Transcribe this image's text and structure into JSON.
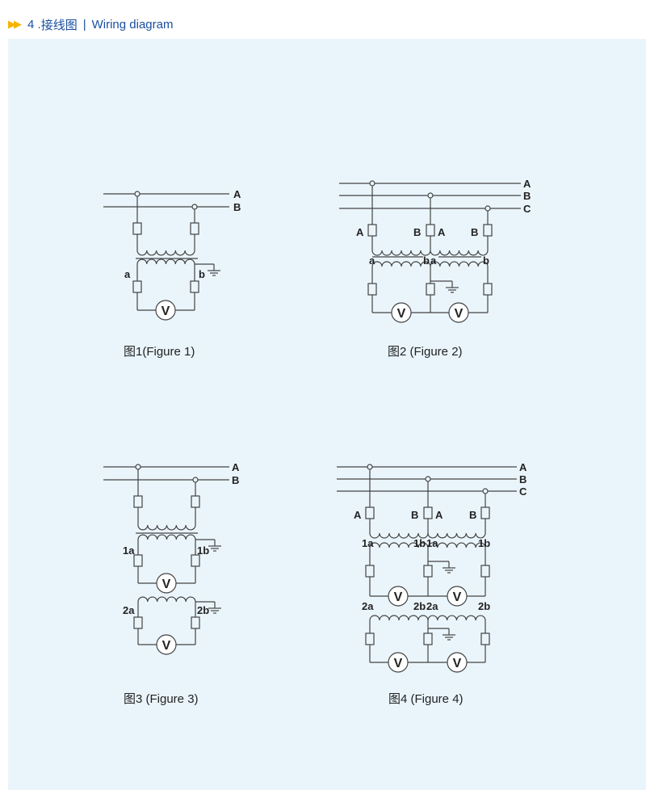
{
  "header": {
    "number": "4 .",
    "title_cn": "接线图",
    "title_en": "Wiring diagram",
    "accent": "#f5b400",
    "text_color": "#1a4fa0"
  },
  "figures": [
    {
      "caption": "图1(Figure 1)",
      "phases": [
        "A",
        "B"
      ],
      "terminals": [
        "a",
        "b"
      ]
    },
    {
      "caption": "图2 (Figure 2)",
      "phases": [
        "A",
        "B",
        "C"
      ],
      "primary_labels": [
        "A",
        "B",
        "A",
        "B"
      ],
      "secondary_labels": [
        "a",
        "b",
        "a",
        "b"
      ],
      "meter": "V"
    },
    {
      "caption": "图3 (Figure 3)",
      "phases": [
        "A",
        "B"
      ],
      "terminals": [
        "1a",
        "1b",
        "2a",
        "2b"
      ]
    },
    {
      "caption": "图4 (Figure 4)",
      "phases": [
        "A",
        "B",
        "C"
      ],
      "primary_labels": [
        "A",
        "B",
        "A",
        "B"
      ],
      "secondary1_labels": [
        "1a",
        "1b",
        "1a",
        "1b"
      ],
      "secondary2_labels": [
        "2a",
        "2b",
        "2a",
        "2b"
      ]
    }
  ],
  "meter_symbol": "V"
}
